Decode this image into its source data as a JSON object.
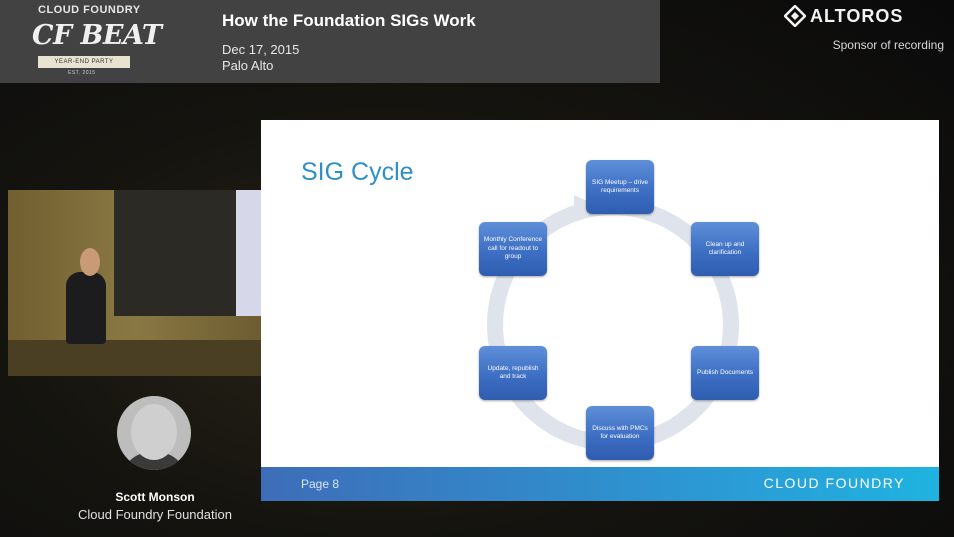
{
  "header": {
    "event_brand_top": "CLOUD FOUNDRY",
    "event_brand_main": "CF BEAT",
    "event_brand_ribbon": "YEAR-END PARTY",
    "event_brand_est": "EST. 2015",
    "title": "How the Foundation SIGs Work",
    "date": "Dec 17, 2015",
    "location": "Palo Alto"
  },
  "sponsor": {
    "name": "ALTOROS",
    "label": "Sponsor of recording"
  },
  "speaker": {
    "name": "Scott Monson",
    "organization": "Cloud Foundry Foundation"
  },
  "slide": {
    "title": "SIG Cycle",
    "page_label": "Page 8",
    "footer_logo": "CLOUD FOUNDRY",
    "nodes": [
      "SIG Meetup – drive requirements",
      "Clean up and clarification",
      "Publish Documents",
      "Discuss with PMCs for evaluation",
      "Update, republish and track",
      "Monthly Conference call for readout to group"
    ]
  },
  "colors": {
    "slide_title": "#2f8fc7",
    "node_fill": "#3d6fc4",
    "footer_bar": "#2a9cd6",
    "header_bg": "#464648"
  },
  "icons": {
    "sponsor": "altoros-logo-icon",
    "cycle": "circular-arrow-icon"
  }
}
